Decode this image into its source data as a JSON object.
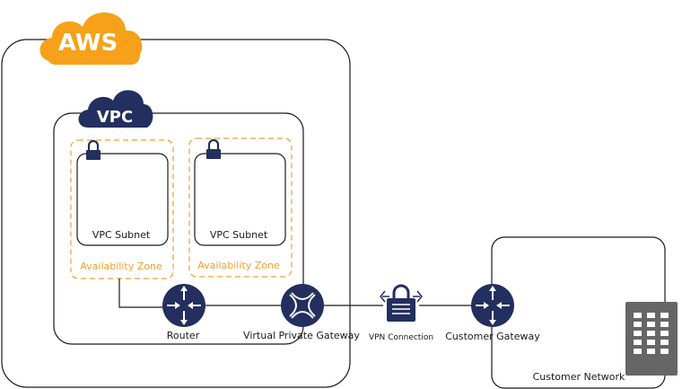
{
  "aws": {
    "label": "AWS"
  },
  "vpc": {
    "label": "VPC"
  },
  "subnets": [
    {
      "label": "VPC Subnet",
      "zone": "Availability Zone"
    },
    {
      "label": "VPC Subnet",
      "zone": "Availability Zone"
    }
  ],
  "nodes": {
    "router": "Router",
    "vpg": "Virtual Private Gateway",
    "vpn": "VPN Connection",
    "cgw": "Customer Gateway",
    "customer_network": "Customer Network"
  },
  "colors": {
    "aws_orange": "#f7a11a",
    "navy": "#232f5e",
    "zone_orange": "#f0a030",
    "server_gray": "#666666"
  },
  "icons": [
    "lock-icon",
    "router-icon",
    "gateway-icon",
    "vpn-icon",
    "server-icon"
  ]
}
